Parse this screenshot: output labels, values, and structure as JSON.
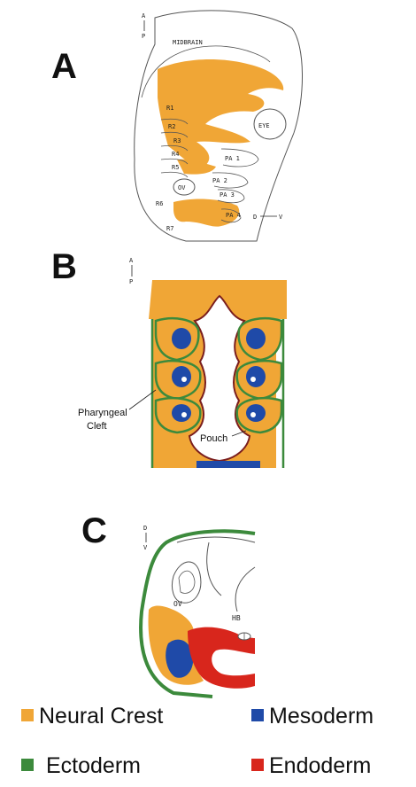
{
  "panels": {
    "a": {
      "letter": "A",
      "axis_top": "A",
      "axis_bottom": "P",
      "midbrain": "MIDBRAIN",
      "eye": "EYE",
      "rhombomeres": [
        "R1",
        "R2",
        "R3",
        "R4",
        "R5",
        "R6",
        "R7"
      ],
      "otic": "OV",
      "arches": [
        "PA 1",
        "PA 2",
        "PA 3",
        "PA 4"
      ],
      "dv_left": "D",
      "dv_right": "V"
    },
    "b": {
      "letter": "B",
      "axis_top": "A",
      "axis_bottom": "P",
      "cleft_label_1": "Pharyngeal",
      "cleft_label_2": "Cleft",
      "pouch_label": "Pouch"
    },
    "c": {
      "letter": "C",
      "axis_top": "D",
      "axis_bottom": "V",
      "otic": "OV",
      "hindbrain": "HB"
    }
  },
  "legend": [
    {
      "label": "Neural Crest",
      "color": "#f0a636"
    },
    {
      "label": "Mesoderm",
      "color": "#1f4aa8"
    },
    {
      "label": "Ectoderm",
      "color": "#3c8a3c"
    },
    {
      "label": "Endoderm",
      "color": "#d8261c"
    }
  ],
  "colors": {
    "neural_crest": "#f0a636",
    "mesoderm": "#1f4aa8",
    "ectoderm": "#3c8a3c",
    "endoderm": "#d8261c",
    "outline": "#555555"
  }
}
